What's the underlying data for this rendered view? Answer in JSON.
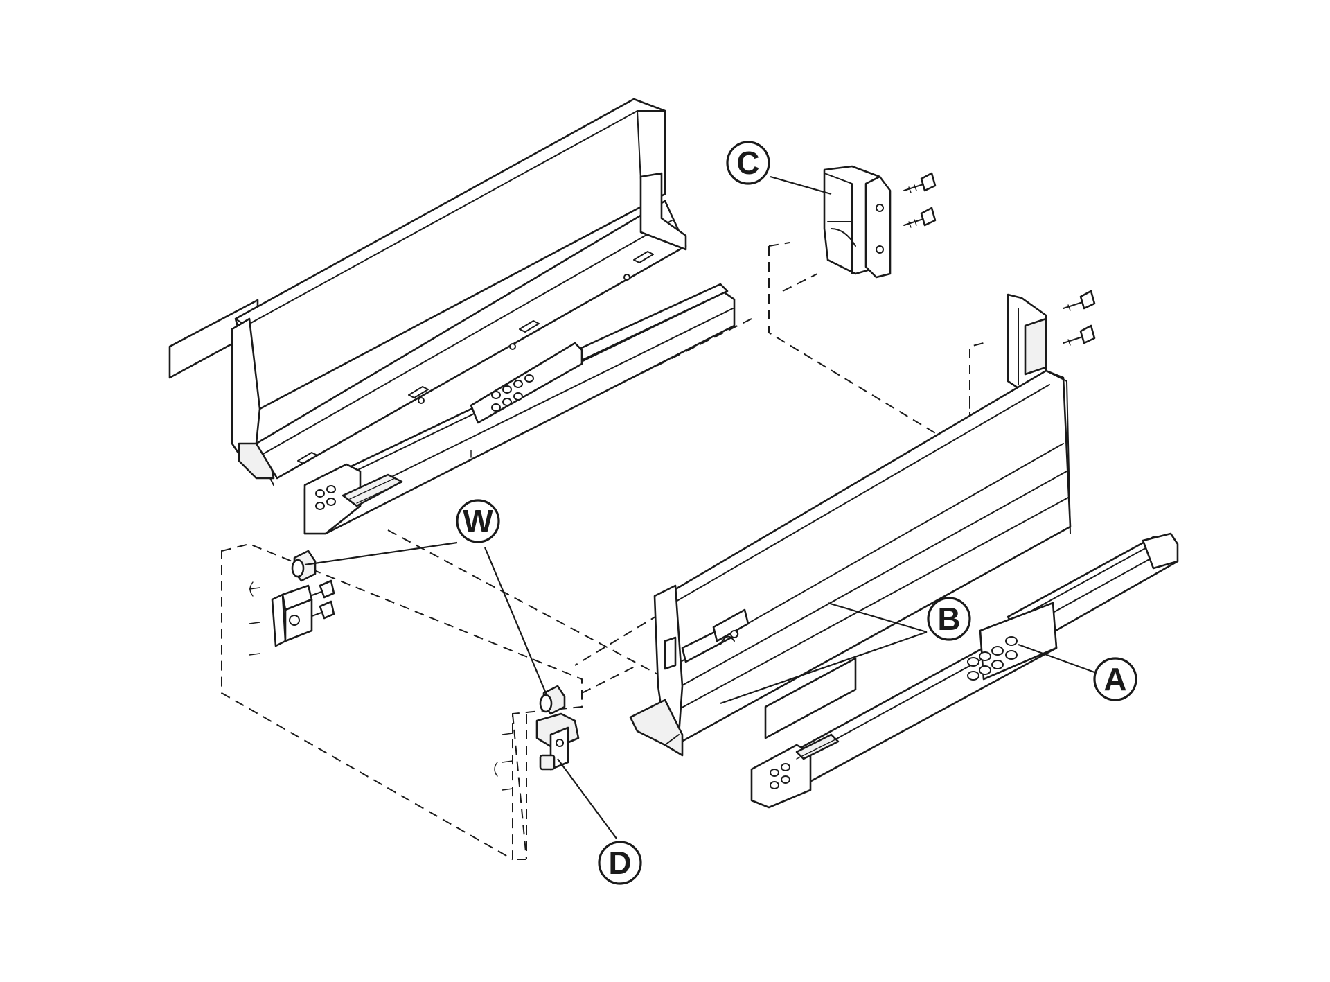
{
  "callouts": {
    "a": "A",
    "b": "B",
    "c": "C",
    "d": "D",
    "w": "W"
  },
  "colors": {
    "line": "#1a1a1a",
    "fill": "#ffffff",
    "shade": "#f1f1f1"
  }
}
